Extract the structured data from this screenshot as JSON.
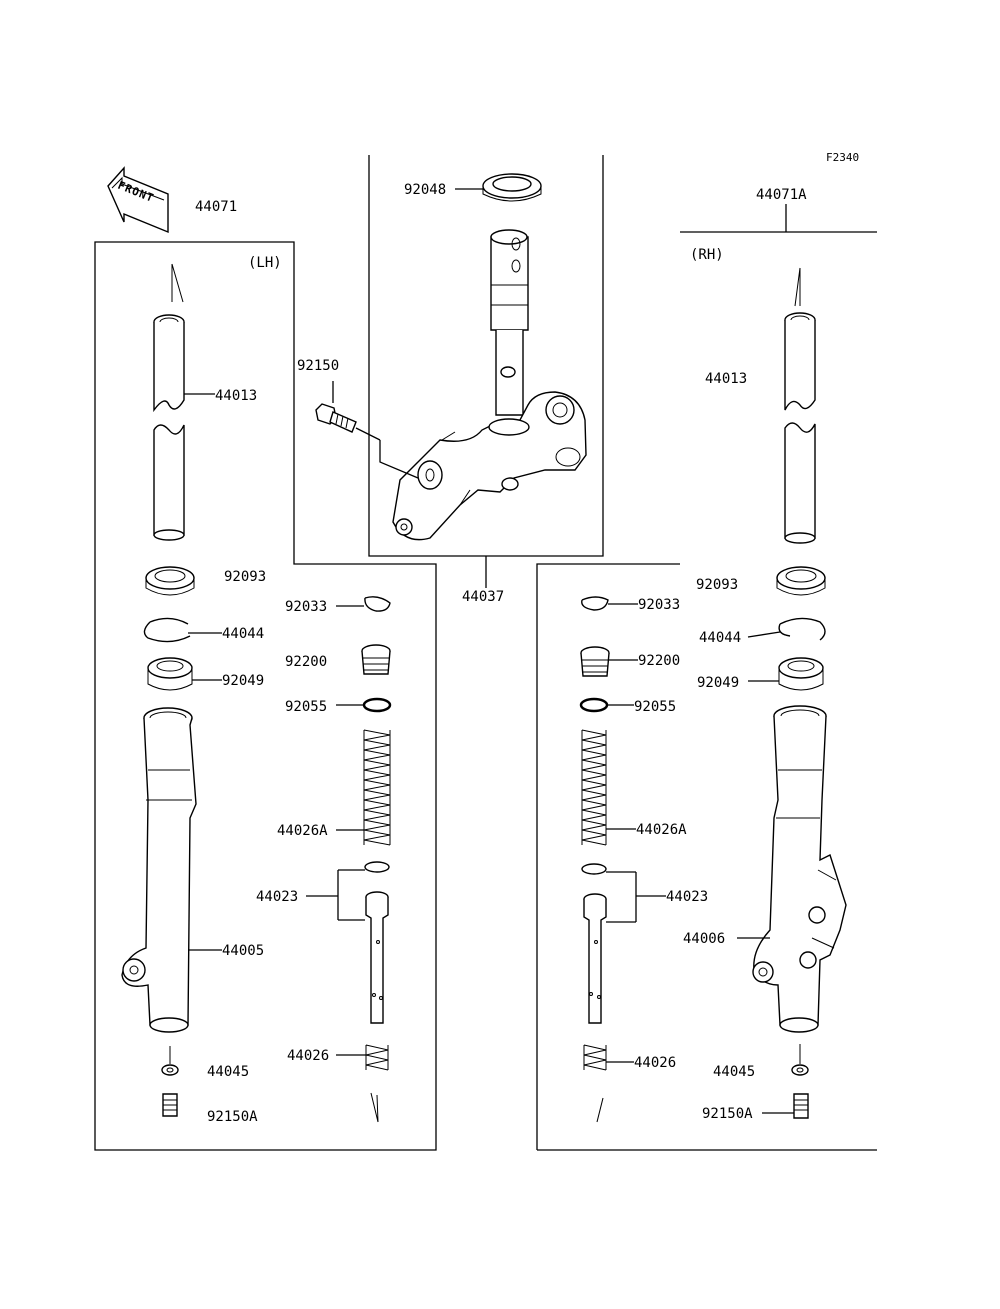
{
  "figure_code": "F2340",
  "front_arrow_text": "FRONT",
  "labels": {
    "fork_lh_assembly": "44071",
    "fork_rh_assembly": "44071A",
    "side_lh": "(LH)",
    "side_rh": "(RH)",
    "steering_stem_seal": "92048",
    "stem_bolt": "92150",
    "steering_stem": "44037",
    "lh_inner_tube": "44013",
    "lh_dust_seal": "92093",
    "lh_retaining_ring": "44044",
    "lh_oil_seal": "92049",
    "lh_outer_tube": "44005",
    "lh_gasket": "44045",
    "lh_bottom_bolt": "92150A",
    "lh_circlip": "92033",
    "lh_spacer_cap": "92200",
    "lh_o_ring": "92055",
    "lh_fork_spring": "44026A",
    "lh_cylinder_unit": "44023",
    "lh_rebound_spring": "44026",
    "rh_inner_tube": "44013",
    "rh_dust_seal": "92093",
    "rh_retaining_ring": "44044",
    "rh_oil_seal": "92049",
    "rh_outer_tube": "44006",
    "rh_gasket": "44045",
    "rh_bottom_bolt": "92150A",
    "rh_circlip": "92033",
    "rh_spacer_cap": "92200",
    "rh_o_ring": "92055",
    "rh_fork_spring": "44026A",
    "rh_cylinder_unit": "44023",
    "rh_rebound_spring": "44026"
  }
}
